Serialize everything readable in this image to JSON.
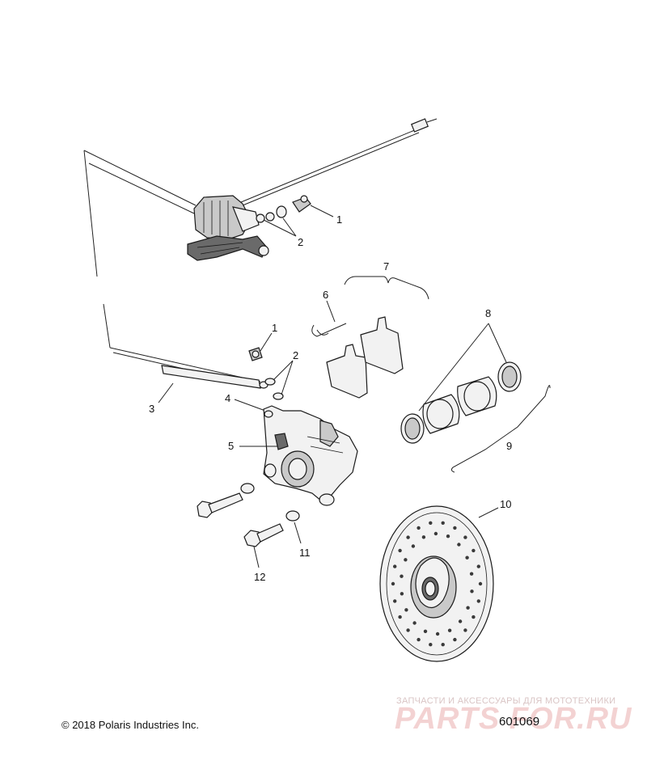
{
  "callouts": {
    "c1_top": "1",
    "c2_top": "2",
    "c7": "7",
    "c6": "6",
    "c8": "8",
    "c1_mid": "1",
    "c2_mid": "2",
    "c4": "4",
    "c3": "3",
    "c5": "5",
    "c9": "9",
    "c10": "10",
    "c11": "11",
    "c12": "12"
  },
  "footer": {
    "copyright": "© 2018 Polaris Industries Inc.",
    "figure_number": "601069"
  },
  "watermark": {
    "tagline": "ЗАПЧАСТИ И АКСЕССУАРЫ ДЛЯ МОТОТЕХНИКИ",
    "logo": "PARTS FOR.RU"
  }
}
